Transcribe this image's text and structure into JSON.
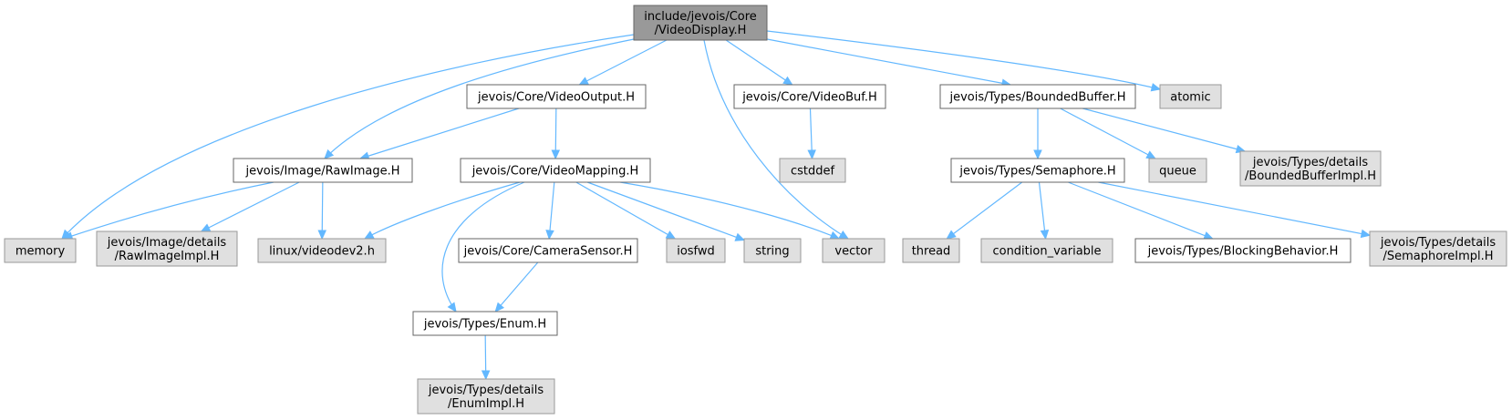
{
  "diagram": {
    "type": "include-dependency-graph",
    "colors": {
      "root_fill": "#999999",
      "local_fill": "#ffffff",
      "system_fill": "#e0e0e0",
      "node_border": "#666666",
      "system_border": "#999999",
      "edge": "#63b8ff"
    },
    "nodes": [
      {
        "id": "root",
        "kind": "root",
        "lines": [
          "include/jevois/Core",
          "/VideoDisplay.H"
        ]
      },
      {
        "id": "videooutput",
        "kind": "local",
        "lines": [
          "jevois/Core/VideoOutput.H"
        ]
      },
      {
        "id": "videobuf",
        "kind": "local",
        "lines": [
          "jevois/Core/VideoBuf.H"
        ]
      },
      {
        "id": "boundedbuffer",
        "kind": "local",
        "lines": [
          "jevois/Types/BoundedBuffer.H"
        ]
      },
      {
        "id": "atomic",
        "kind": "system",
        "lines": [
          "atomic"
        ]
      },
      {
        "id": "rawimage",
        "kind": "local",
        "lines": [
          "jevois/Image/RawImage.H"
        ]
      },
      {
        "id": "videomapping",
        "kind": "local",
        "lines": [
          "jevois/Core/VideoMapping.H"
        ]
      },
      {
        "id": "cstddef",
        "kind": "system",
        "lines": [
          "cstddef"
        ]
      },
      {
        "id": "semaphore",
        "kind": "local",
        "lines": [
          "jevois/Types/Semaphore.H"
        ]
      },
      {
        "id": "queue",
        "kind": "system",
        "lines": [
          "queue"
        ]
      },
      {
        "id": "boundedbufferimpl",
        "kind": "system",
        "lines": [
          "jevois/Types/details",
          "/BoundedBufferImpl.H"
        ]
      },
      {
        "id": "memory",
        "kind": "system",
        "lines": [
          "memory"
        ]
      },
      {
        "id": "rawimageimpl",
        "kind": "system",
        "lines": [
          "jevois/Image/details",
          "/RawImageImpl.H"
        ]
      },
      {
        "id": "videodev2",
        "kind": "system",
        "lines": [
          "linux/videodev2.h"
        ]
      },
      {
        "id": "camerasensor",
        "kind": "local",
        "lines": [
          "jevois/Core/CameraSensor.H"
        ]
      },
      {
        "id": "iosfwd",
        "kind": "system",
        "lines": [
          "iosfwd"
        ]
      },
      {
        "id": "string",
        "kind": "system",
        "lines": [
          "string"
        ]
      },
      {
        "id": "vector",
        "kind": "system",
        "lines": [
          "vector"
        ]
      },
      {
        "id": "thread",
        "kind": "system",
        "lines": [
          "thread"
        ]
      },
      {
        "id": "condvar",
        "kind": "system",
        "lines": [
          "condition_variable"
        ]
      },
      {
        "id": "blocking",
        "kind": "local",
        "lines": [
          "jevois/Types/BlockingBehavior.H"
        ]
      },
      {
        "id": "semaphoreimpl",
        "kind": "system",
        "lines": [
          "jevois/Types/details",
          "/SemaphoreImpl.H"
        ]
      },
      {
        "id": "enum",
        "kind": "local",
        "lines": [
          "jevois/Types/Enum.H"
        ]
      },
      {
        "id": "enumimpl",
        "kind": "system",
        "lines": [
          "jevois/Types/details",
          "/EnumImpl.H"
        ]
      }
    ],
    "edges": [
      [
        "root",
        "memory"
      ],
      [
        "root",
        "rawimage"
      ],
      [
        "root",
        "videooutput"
      ],
      [
        "root",
        "vector"
      ],
      [
        "root",
        "videobuf"
      ],
      [
        "root",
        "boundedbuffer"
      ],
      [
        "root",
        "atomic"
      ],
      [
        "videooutput",
        "rawimage"
      ],
      [
        "videooutput",
        "videomapping"
      ],
      [
        "videobuf",
        "cstddef"
      ],
      [
        "boundedbuffer",
        "semaphore"
      ],
      [
        "boundedbuffer",
        "queue"
      ],
      [
        "boundedbuffer",
        "boundedbufferimpl"
      ],
      [
        "rawimage",
        "memory"
      ],
      [
        "rawimage",
        "rawimageimpl"
      ],
      [
        "rawimage",
        "videodev2"
      ],
      [
        "videomapping",
        "videodev2"
      ],
      [
        "videomapping",
        "enum"
      ],
      [
        "videomapping",
        "camerasensor"
      ],
      [
        "videomapping",
        "iosfwd"
      ],
      [
        "videomapping",
        "string"
      ],
      [
        "videomapping",
        "vector"
      ],
      [
        "semaphore",
        "thread"
      ],
      [
        "semaphore",
        "condvar"
      ],
      [
        "semaphore",
        "blocking"
      ],
      [
        "semaphore",
        "semaphoreimpl"
      ],
      [
        "camerasensor",
        "enum"
      ],
      [
        "enum",
        "enumimpl"
      ]
    ]
  }
}
